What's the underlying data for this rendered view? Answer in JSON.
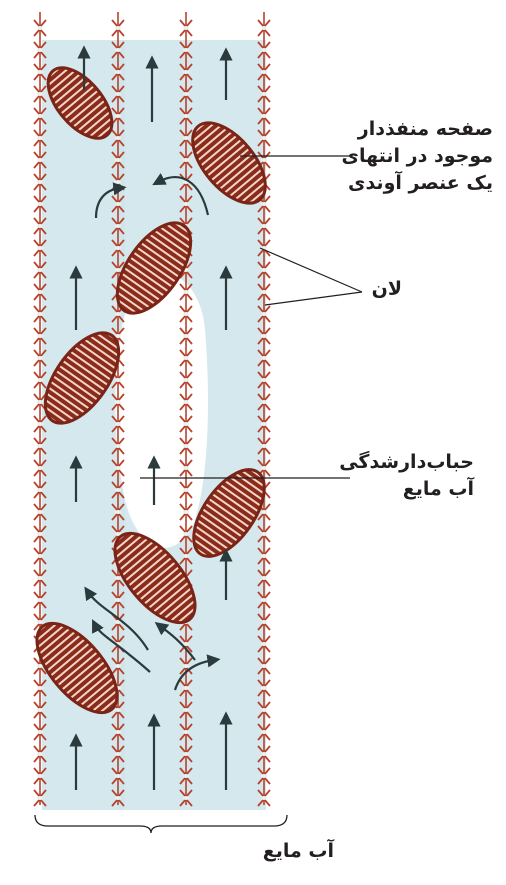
{
  "labels": {
    "perforation_plate": [
      "صفحه منفذدار",
      "موجود در انتهای",
      "یک عنصر آوندی"
    ],
    "pit": "لان",
    "embolism": [
      "حباب‌دارشدگی",
      "آب مایع"
    ],
    "bottom": "آب مایع"
  },
  "colors": {
    "water": "#cfe6ec",
    "wall": "#b5432e",
    "plate_fill": "#8a2b1c",
    "plate_stripe": "#f3d6c8",
    "arrow": "#2b3a3c",
    "leader": "#231f20"
  }
}
